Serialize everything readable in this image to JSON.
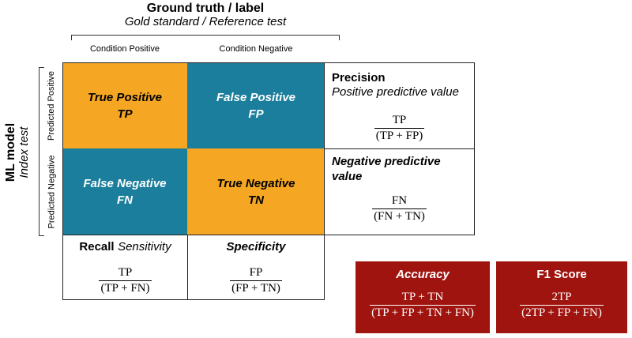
{
  "header": {
    "title": "Ground truth / label",
    "subtitle": "Gold standard / Reference test",
    "columns": [
      "Condition Positive",
      "Condition Negative"
    ]
  },
  "side": {
    "title": "ML model",
    "subtitle": "Index test",
    "rows": [
      "Predicted Positive",
      "Predicted Negative"
    ]
  },
  "cells": {
    "tp": {
      "line1": "True Positive",
      "line2": "TP"
    },
    "fp": {
      "line1": "False Positive",
      "line2": "FP"
    },
    "fn": {
      "line1": "False Negative",
      "line2": "FN"
    },
    "tn": {
      "line1": "True Negative",
      "line2": "TN"
    }
  },
  "metrics": {
    "precision": {
      "title": "Precision",
      "subtitle": "Positive predictive value",
      "num": "TP",
      "den": "(TP + FP)"
    },
    "npv": {
      "title_line1": "Negative predictive",
      "title_line2": "value",
      "num": "FN",
      "den": "(FN + TN)"
    },
    "recall": {
      "title": "Recall",
      "subtitle": "Sensitivity",
      "num": "TP",
      "den": "(TP + FN)"
    },
    "specificity": {
      "title": "Specificity",
      "num": "FP",
      "den": "(FP + TN)"
    },
    "accuracy": {
      "title": "Accuracy",
      "num": "TP + TN",
      "den": "(TP + FP + TN + FN)"
    },
    "f1": {
      "title": "F1 Score",
      "num": "2TP",
      "den": "(2TP + FP + FN)"
    }
  },
  "colors": {
    "orange": "#F5A623",
    "teal": "#1B7E9C",
    "red": "#A0140F"
  }
}
